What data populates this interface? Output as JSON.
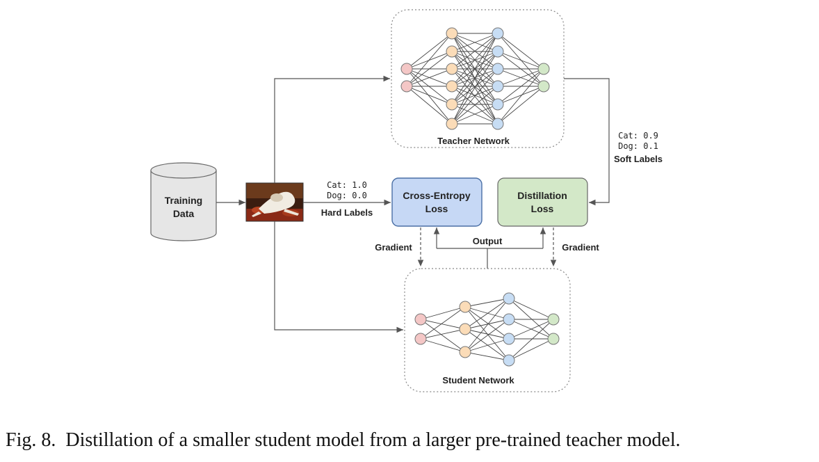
{
  "diagram": {
    "training_data": {
      "line1": "Training",
      "line2": "Data"
    },
    "teacher_label": "Teacher Network",
    "student_label": "Student Network",
    "cross_entropy": {
      "line1": "Cross-Entropy",
      "line2": "Loss"
    },
    "distillation": {
      "line1": "Distillation",
      "line2": "Loss"
    },
    "hard_labels": {
      "cat": "Cat: 1.0",
      "dog": "Dog: 0.0",
      "title": "Hard Labels"
    },
    "soft_labels": {
      "cat": "Cat: 0.9",
      "dog": "Dog: 0.1",
      "title": "Soft Labels"
    },
    "gradient_left": "Gradient",
    "gradient_right": "Gradient",
    "output": "Output"
  },
  "caption": "Fig. 8.  Distillation of a smaller student model from a larger pre-trained teacher model.",
  "colors": {
    "input_node": "#f4c7c6",
    "hidden1_node": "#fbdcb8",
    "hidden2_node": "#c7ddf4",
    "output_node": "#d3e8c8",
    "cross_entropy_fill": "#c6d8f5",
    "cross_entropy_stroke": "#4a6fa5",
    "distillation_fill": "#d3e8c8",
    "distillation_stroke": "#666666"
  }
}
